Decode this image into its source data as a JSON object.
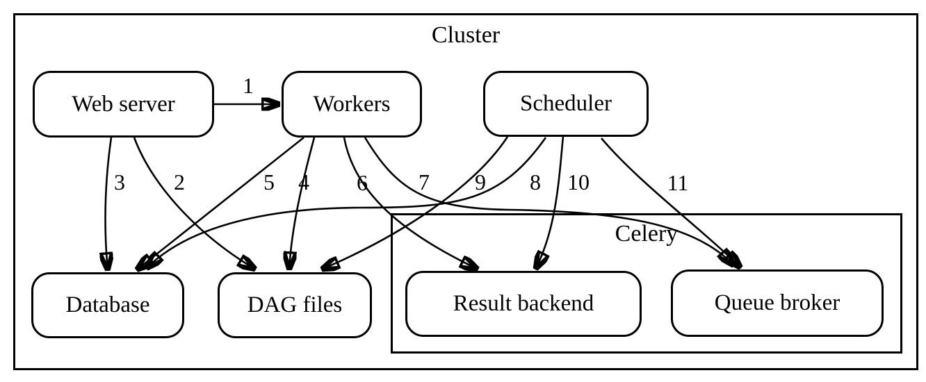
{
  "diagram": {
    "type": "graph",
    "colors": {
      "stroke": "#000000",
      "background": "#ffffff"
    },
    "clusters": [
      {
        "id": "cluster",
        "label": "Cluster"
      },
      {
        "id": "celery",
        "label": "Celery"
      }
    ],
    "nodes": [
      {
        "id": "web-server",
        "label": "Web server"
      },
      {
        "id": "workers",
        "label": "Workers"
      },
      {
        "id": "scheduler",
        "label": "Scheduler"
      },
      {
        "id": "database",
        "label": "Database"
      },
      {
        "id": "dag-files",
        "label": "DAG files"
      },
      {
        "id": "result-backend",
        "label": "Result backend"
      },
      {
        "id": "queue-broker",
        "label": "Queue broker"
      }
    ],
    "edges": [
      {
        "label": "1",
        "from": "web-server",
        "to": "workers"
      },
      {
        "label": "2",
        "from": "web-server",
        "to": "dag-files"
      },
      {
        "label": "3",
        "from": "web-server",
        "to": "database"
      },
      {
        "label": "4",
        "from": "workers",
        "to": "dag-files"
      },
      {
        "label": "5",
        "from": "workers",
        "to": "database"
      },
      {
        "label": "6",
        "from": "workers",
        "to": "result-backend"
      },
      {
        "label": "7",
        "from": "workers",
        "to": "queue-broker"
      },
      {
        "label": "8",
        "from": "scheduler",
        "to": "database"
      },
      {
        "label": "9",
        "from": "scheduler",
        "to": "dag-files"
      },
      {
        "label": "10",
        "from": "scheduler",
        "to": "result-backend"
      },
      {
        "label": "11",
        "from": "scheduler",
        "to": "queue-broker"
      }
    ]
  }
}
